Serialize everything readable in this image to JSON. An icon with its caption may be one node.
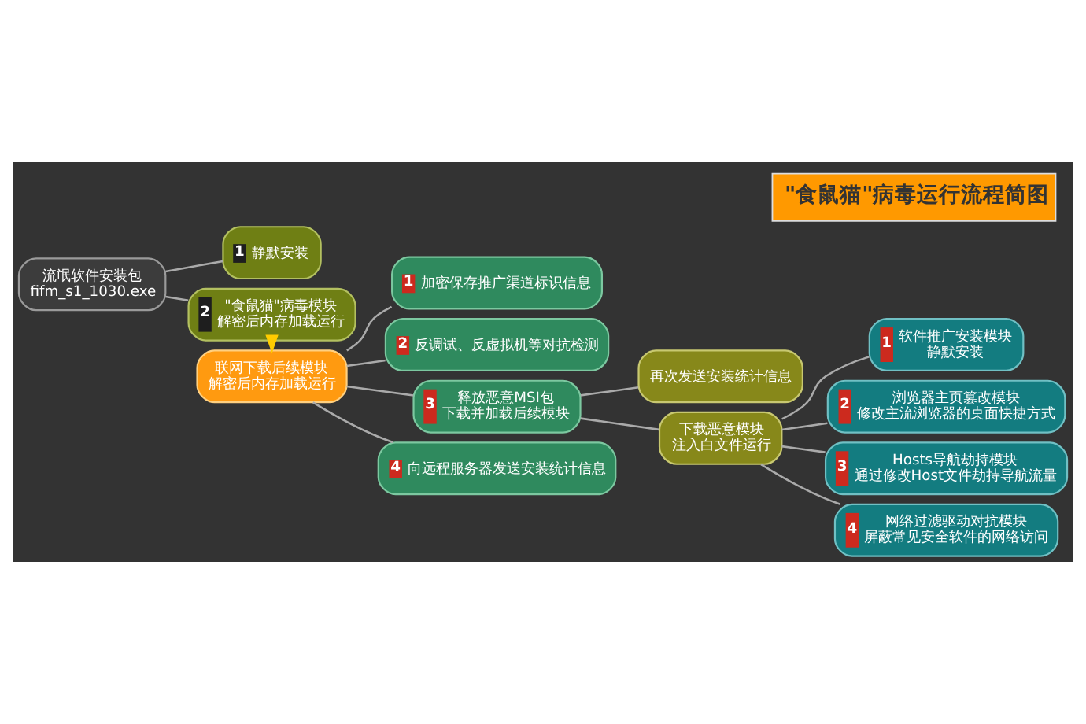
{
  "diagram": {
    "title": "\"食鼠猫\"病毒运行流程简图",
    "nodes": [
      {
        "text": [
          "流氓软件安装包",
          "fifm_s1_1030.exe"
        ]
      },
      {
        "text": [
          "1",
          "静默安装"
        ]
      },
      {
        "text": [
          "2",
          "\"食鼠猫\"病毒模块",
          "解密后内存加载运行"
        ]
      },
      {
        "text": [
          "联网下载后续模块",
          "解密后内存加载运行"
        ]
      },
      {
        "text": [
          "1",
          "加密保存推广渠道标识信息"
        ]
      },
      {
        "text": [
          "2",
          "反调试、反虚拟机等对抗检测"
        ]
      },
      {
        "text": [
          "3",
          "释放恶意MSI包",
          "下载并加载后续模块"
        ]
      },
      {
        "text": [
          "4",
          "向远程服务器发送安装统计信息"
        ]
      },
      {
        "text": [
          "再次发送安装统计信息"
        ]
      },
      {
        "text": [
          "下载恶意模块",
          "注入白文件运行"
        ]
      },
      {
        "text": [
          "1",
          "软件推广安装模块",
          "静默安装"
        ]
      },
      {
        "text": [
          "2",
          "浏览器主页篡改模块",
          "修改主流浏览器的桌面快捷方式"
        ]
      },
      {
        "text": [
          "3",
          "Hosts导航劫持模块",
          "通过修改Host文件劫持导航流量"
        ]
      },
      {
        "text": [
          "4",
          "网络过滤驱动对抗模块",
          "屏蔽常见安全软件的网络访问"
        ]
      }
    ],
    "edges": [
      {
        "from": 0,
        "to": 1,
        "arrow": "none"
      },
      {
        "from": 0,
        "to": 2,
        "arrow": "none"
      },
      {
        "from": 2,
        "to": 3,
        "arrow": "to",
        "style": "dashed",
        "color": "#ffcc00"
      },
      {
        "from": 3,
        "to": 4,
        "arrow": "none"
      },
      {
        "from": 3,
        "to": 5,
        "arrow": "none"
      },
      {
        "from": 3,
        "to": 6,
        "arrow": "none"
      },
      {
        "from": 3,
        "to": 7,
        "arrow": "none"
      },
      {
        "from": 6,
        "to": 8,
        "arrow": "none"
      },
      {
        "from": 6,
        "to": 9,
        "arrow": "none"
      },
      {
        "from": 9,
        "to": 10,
        "arrow": "none"
      },
      {
        "from": 9,
        "to": 11,
        "arrow": "none"
      },
      {
        "from": 9,
        "to": 12,
        "arrow": "none"
      },
      {
        "from": 9,
        "to": 13,
        "arrow": "none"
      }
    ]
  }
}
